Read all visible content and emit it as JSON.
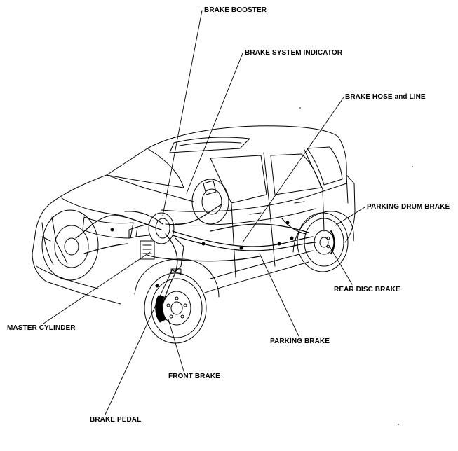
{
  "diagram": {
    "callouts": {
      "brake_booster": "BRAKE BOOSTER",
      "brake_system_indicator": "BRAKE SYSTEM INDICATOR",
      "brake_hose_and_line": "BRAKE HOSE and LINE",
      "parking_drum_brake": "PARKING DRUM BRAKE",
      "rear_disc_brake": "REAR DISC BRAKE",
      "master_cylinder": "MASTER CYLINDER",
      "parking_brake": "PARKING BRAKE",
      "front_brake": "FRONT BRAKE",
      "brake_pedal": "BRAKE PEDAL"
    },
    "colors": {
      "ink": "#000000",
      "background": "#ffffff"
    }
  }
}
